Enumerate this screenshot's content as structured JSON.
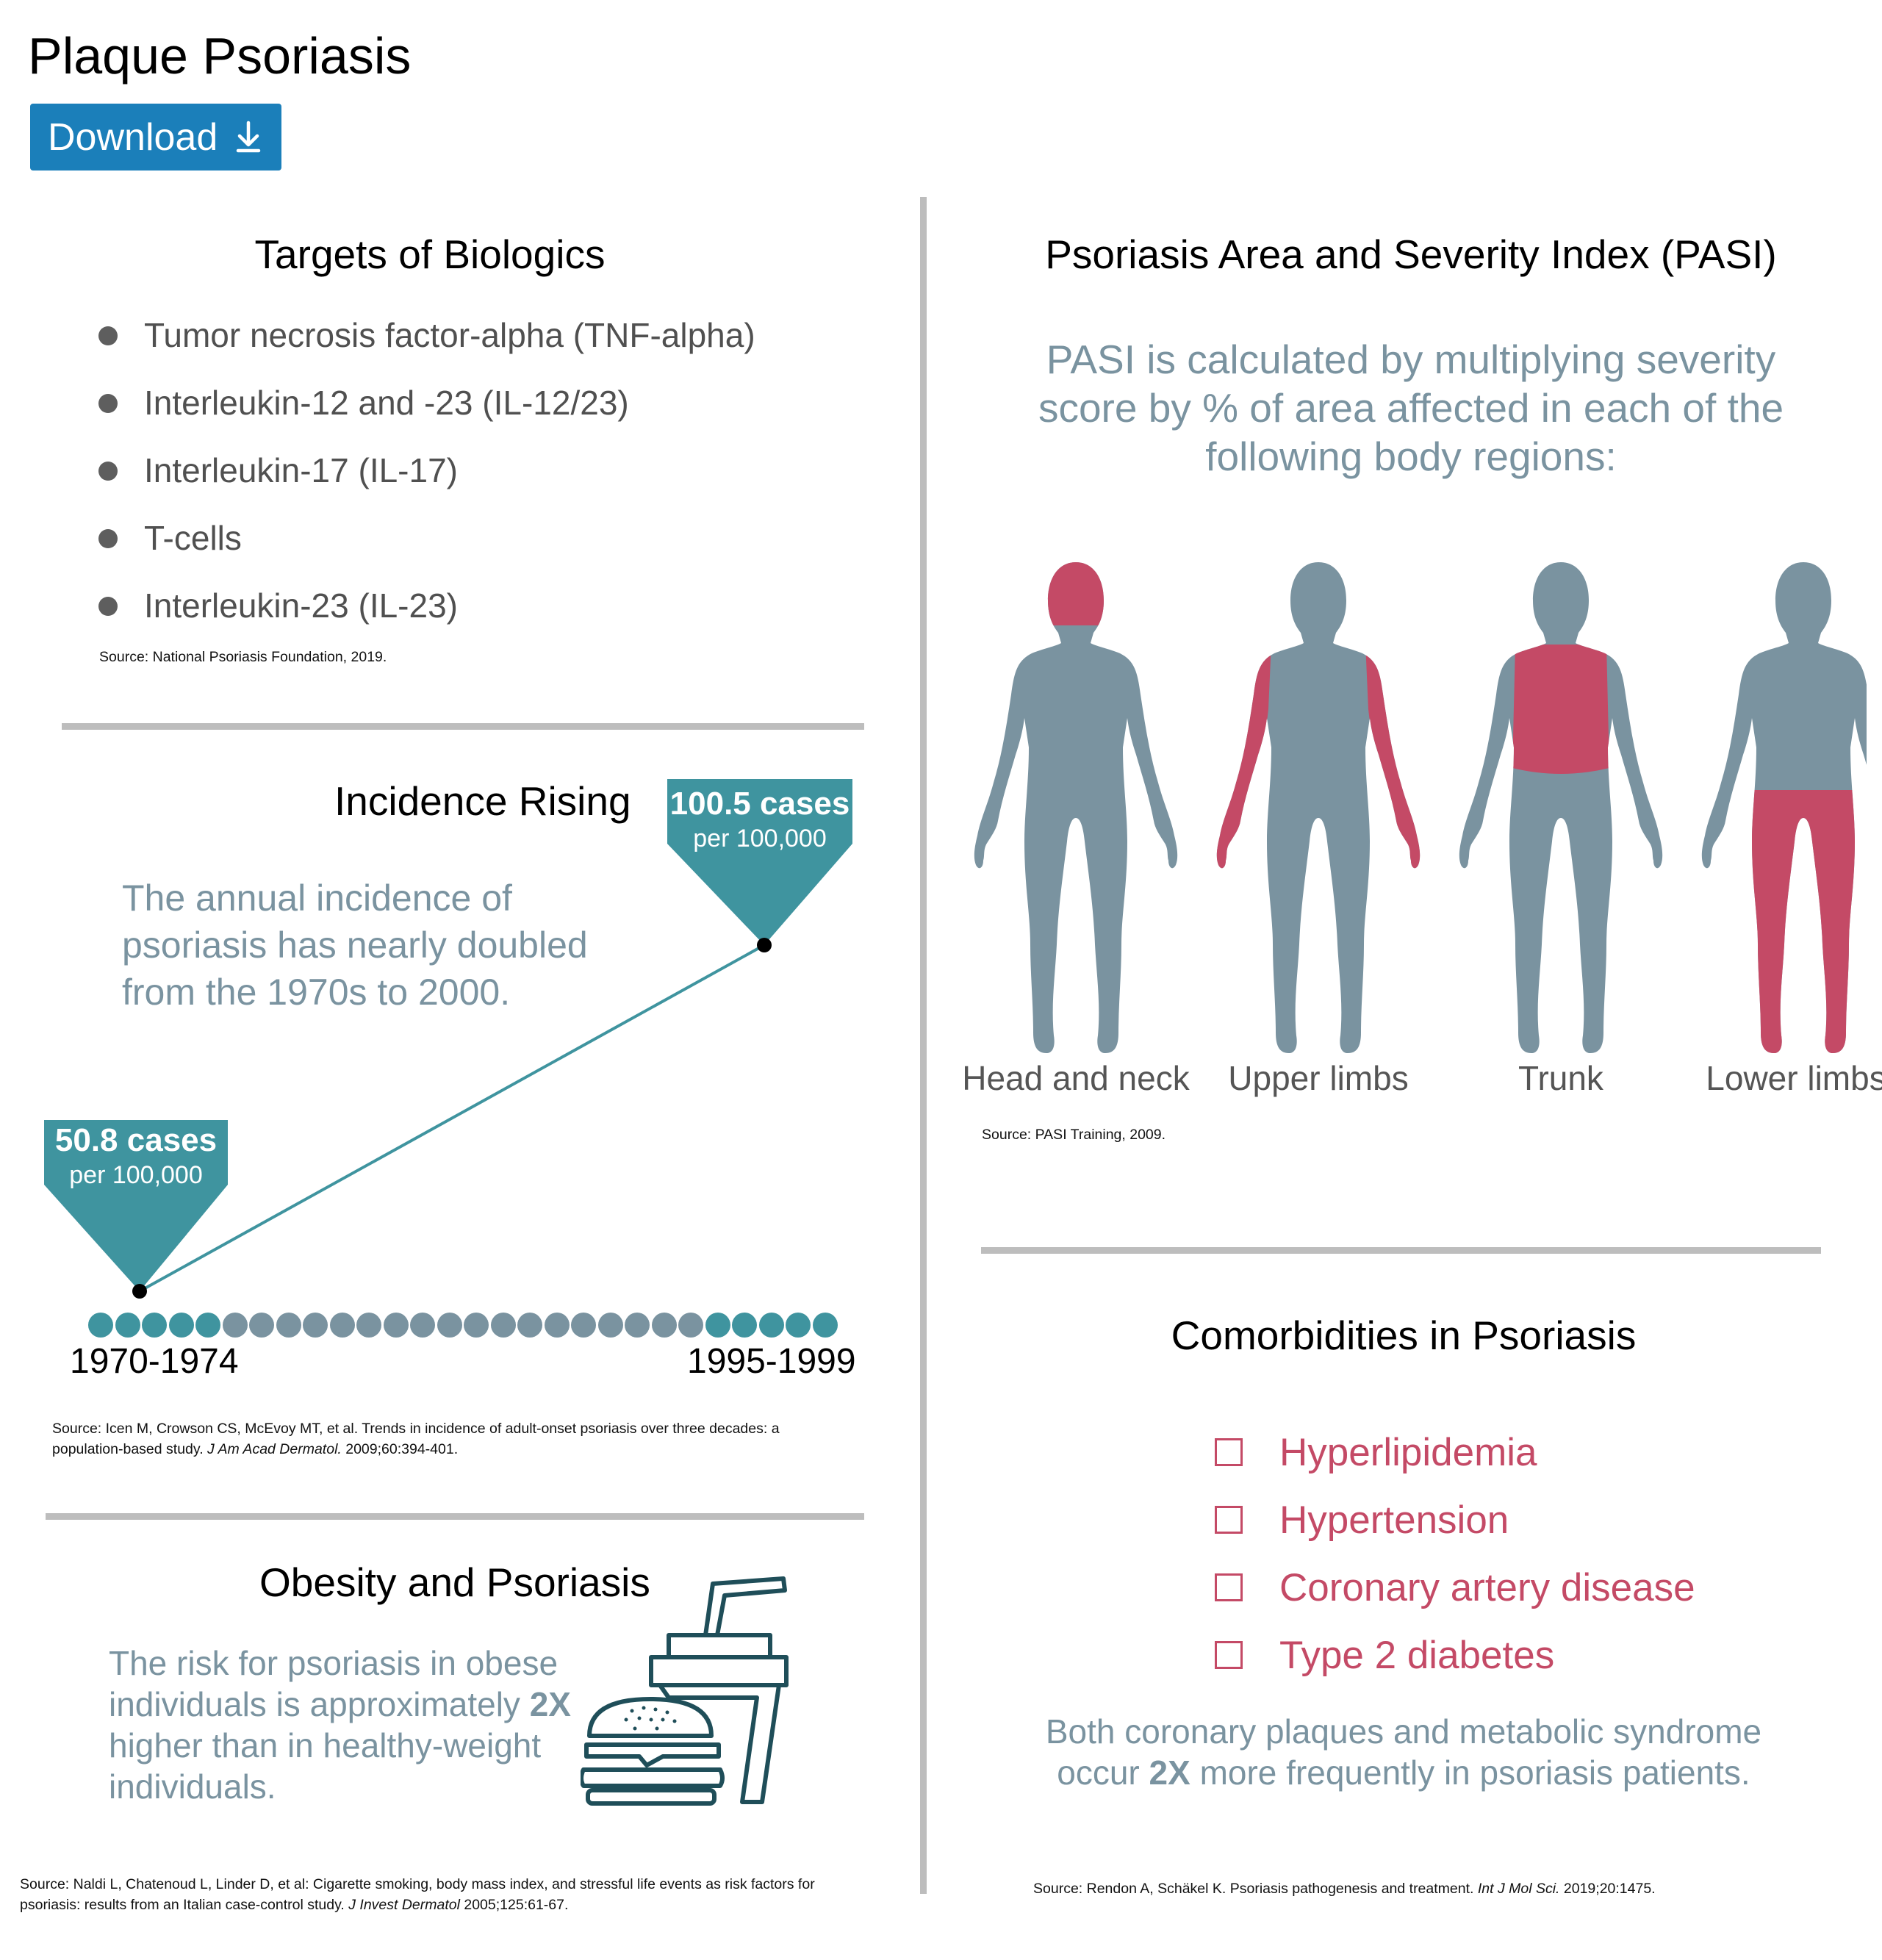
{
  "page": {
    "title": "Plaque Psoriasis",
    "download_label": "Download"
  },
  "biologics": {
    "title": "Targets of Biologics",
    "items": [
      "Tumor necrosis factor-alpha (TNF-alpha)",
      "Interleukin-12 and -23 (IL-12/23)",
      "Interleukin-17 (IL-17)",
      "T-cells",
      "Interleukin-23 (IL-23)"
    ],
    "source": "Source: National Psoriasis Foundation, 2019."
  },
  "incidence": {
    "title": "Incidence Rising",
    "description": "The annual incidence of psoriasis has nearly doubled from the 1970s to 2000.",
    "start": {
      "value": "50.8 cases",
      "unit": "per 100,000",
      "period": "1970-1974"
    },
    "end": {
      "value": "100.5 cases",
      "unit": "per 100,000",
      "period": "1995-1999"
    },
    "source_line1": "Source: Icen M, Crowson CS, McEvoy MT, et al. Trends in incidence of adult-onset psoriasis over three decades: a",
    "source_line2_prefix": "population-based study. ",
    "source_journal": "J Am Acad Dermatol.",
    "source_line2_suffix": " 2009;60:394-401.",
    "accent_color": "#3f949f",
    "neutral_color": "#7a93a0"
  },
  "obesity": {
    "title": "Obesity and Psoriasis",
    "text_before": "The risk for psoriasis in obese individuals is approximately ",
    "emphasis": "2X",
    "text_after": " higher than in healthy-weight individuals.",
    "icon": "burger-and-drink-icon",
    "source_line1": "Source: Naldi L, Chatenoud L, Linder D, et al: Cigarette smoking, body mass index, and stressful life events as risk factors for",
    "source_line2_prefix": "psoriasis: results from an Italian case-control study. ",
    "source_journal": "J Invest Dermatol",
    "source_line2_suffix": " 2005;125:61-67."
  },
  "pasi": {
    "title": "Psoriasis Area and Severity Index (PASI)",
    "description": "PASI is calculated by multiplying severity score by % of area affected in each of the following body regions:",
    "regions": [
      "Head and neck",
      "Upper limbs",
      "Trunk",
      "Lower limbs"
    ],
    "body_color": "#7a93a0",
    "highlight_color": "#c44a66",
    "source": "Source: PASI Training, 2009."
  },
  "comorbidities": {
    "title": "Comorbidities in Psoriasis",
    "items": [
      "Hyperlipidemia",
      "Hypertension",
      "Coronary artery disease",
      "Type 2 diabetes"
    ],
    "note_before": "Both coronary plaques and metabolic syndrome occur ",
    "note_emphasis": "2X",
    "note_after": " more frequently in psoriasis patients.",
    "source_prefix": "Source: Rendon A, Schäkel K. Psoriasis pathogenesis and treatment. ",
    "source_journal": "Int J Mol Sci.",
    "source_suffix": " 2019;20:1475."
  }
}
